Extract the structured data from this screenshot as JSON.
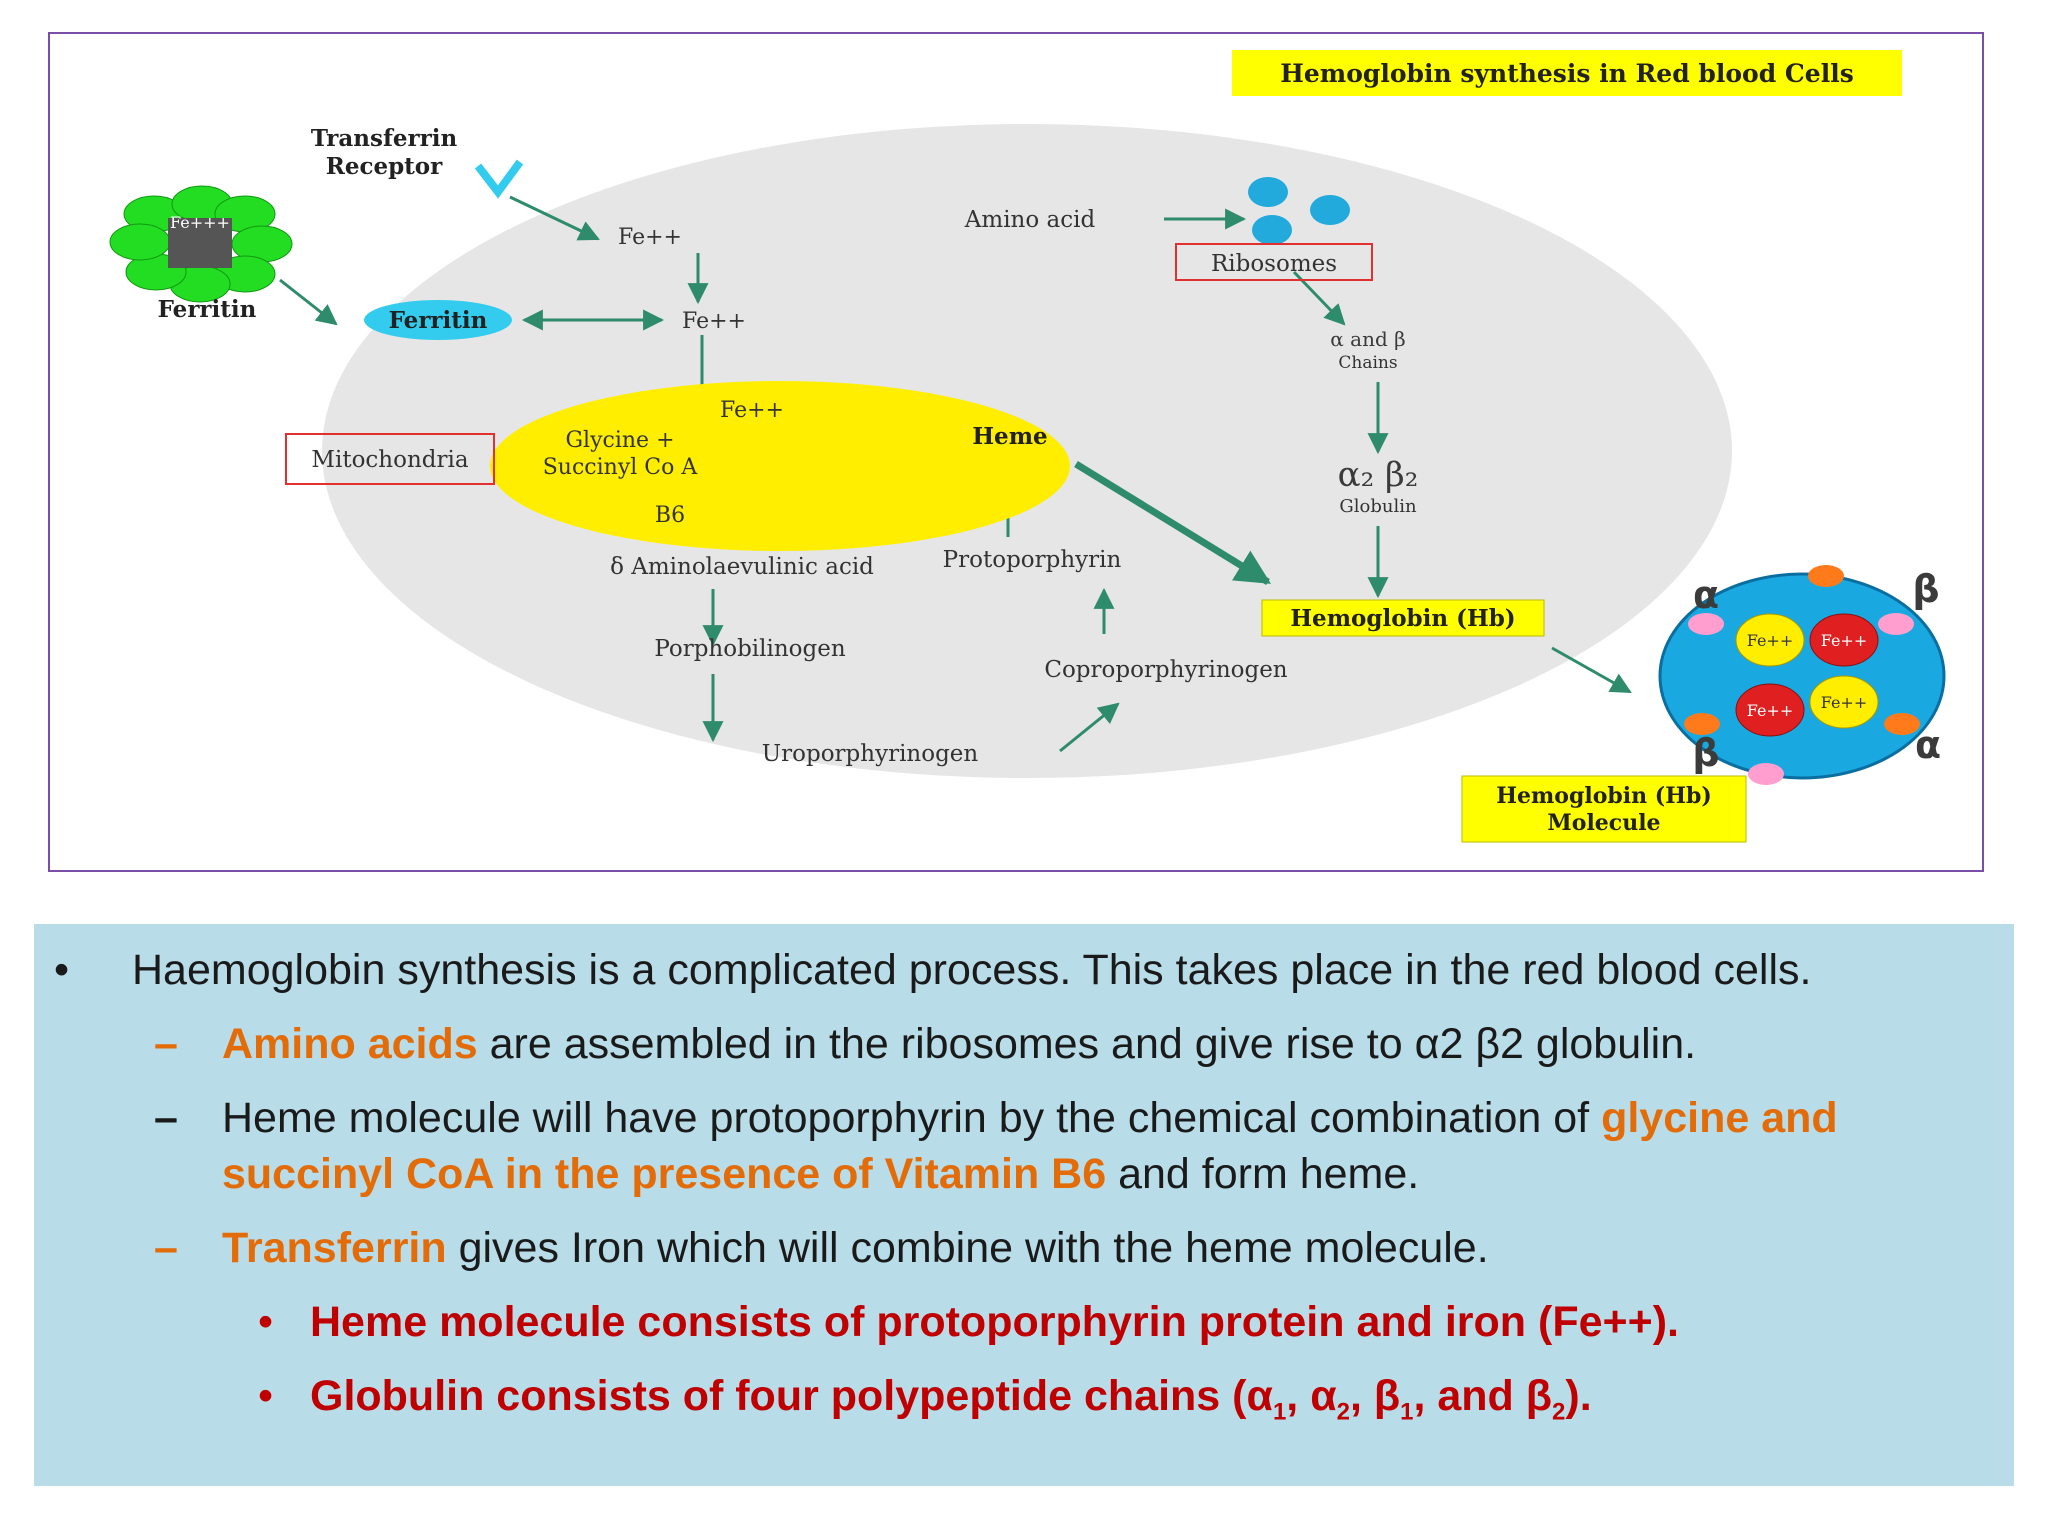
{
  "diagram": {
    "title": "Hemoglobin synthesis in Red blood Cells",
    "labels": {
      "transferrin_receptor_1": "Transferrin",
      "transferrin_receptor_2": "Receptor",
      "ferritin_outside": "Ferritin",
      "ferritin_cluster_atom": "Fe+++",
      "ferritin_inside": "Ferritin",
      "fe_1": "Fe++",
      "fe_2": "Fe++",
      "fe_3": "Fe++",
      "mitochondria": "Mitochondria",
      "glycine": "Glycine +",
      "succinyl": "Succinyl Co A",
      "b6": "B6",
      "heme": "Heme",
      "ala": "δ Aminolaevulinic acid",
      "protoporphyrin": "Protoporphyrin",
      "porphobilinogen": "Porphobilinogen",
      "coproporphyrinogen": "Coproporphyrinogen",
      "uroporphyrinogen": "Uroporphyrinogen",
      "amino_acid": "Amino acid",
      "ribosomes": "Ribosomes",
      "chains_greek": "α and β",
      "chains": "Chains",
      "a2b2": "α₂ β₂",
      "globulin": "Globulin",
      "hemoglobin": "Hemoglobin (Hb)",
      "molecule_1": "Hemoglobin (Hb)",
      "molecule_2": "Molecule",
      "alpha_top": "α",
      "beta_top": "β",
      "beta_bottom": "β",
      "alpha_bottom": "α",
      "mol_fe": "Fe++"
    },
    "colors": {
      "cell": "#e6e6e6",
      "mitochondria": "#ffee00",
      "arrow": "#2e8b6b",
      "ferritin_green": "#22dd22",
      "ferritin_blue": "#33ccee",
      "ribosome": "#22aadd",
      "label_yellow": "#ffff00",
      "box_red": "#e03030",
      "frame": "#7b4fa8"
    }
  },
  "bullets": {
    "b1": "Haemoglobin synthesis is a complicated process. This takes place in the red blood cells.",
    "b2_hl": "Amino acids",
    "b2_rest": " are assembled in the ribosomes and give rise to α2 β2 globulin.",
    "b3_pre": "Heme molecule will have protoporphyrin by the chemical combination of ",
    "b3_hl": "glycine and succinyl CoA in the presence of Vitamin B6",
    "b3_post": " and form heme.",
    "b4_hl": "Transferrin",
    "b4_rest": " gives Iron which will combine with the heme molecule.",
    "b5": "Heme molecule consists of protoporphyrin protein and iron (Fe++).",
    "b6_pre": "Globulin consists of four polypeptide chains (α",
    "b6_s1": "1",
    "b6_m1": ", α",
    "b6_s2": "2",
    "b6_m2": ", β",
    "b6_s3": "1",
    "b6_m3": ", and β",
    "b6_s4": "2",
    "b6_end": ").",
    "markers": {
      "bullet": "•",
      "dash": "–",
      "sub_bullet": "•"
    }
  }
}
